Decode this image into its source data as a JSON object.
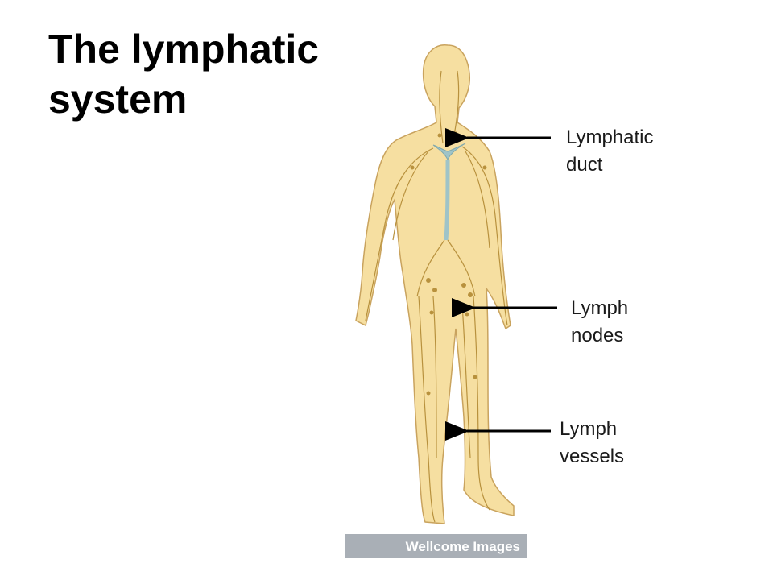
{
  "title": "The lymphatic\nsystem",
  "labels": {
    "lymphatic_duct": "Lymphatic\nduct",
    "lymph_nodes": "Lymph\nnodes",
    "lymph_vessels": "Lymph\nvessels"
  },
  "credit": "Wellcome Images",
  "colors": {
    "skin": "#f6dfa1",
    "skin_edge": "#c9a35e",
    "vessel": "#b8913d",
    "duct": "#9fc4c8",
    "credit_bar": "#a9afb6",
    "arrow": "#000000"
  }
}
